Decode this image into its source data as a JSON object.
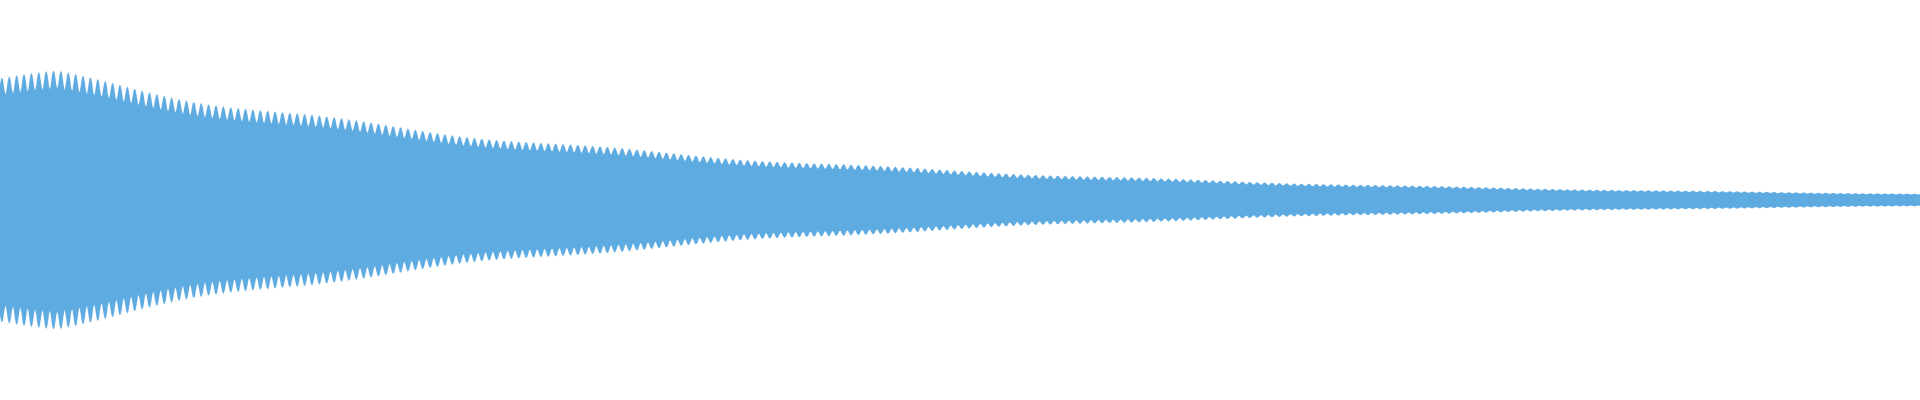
{
  "waveform": {
    "color": "#5eabe2",
    "background": "#ffffff",
    "envelope": {
      "peak_amplitude": 0.69,
      "end_amplitude": 0.03,
      "attack_fraction": 0.03,
      "decay_shape": "exponential"
    },
    "cycles_visible": 260
  }
}
